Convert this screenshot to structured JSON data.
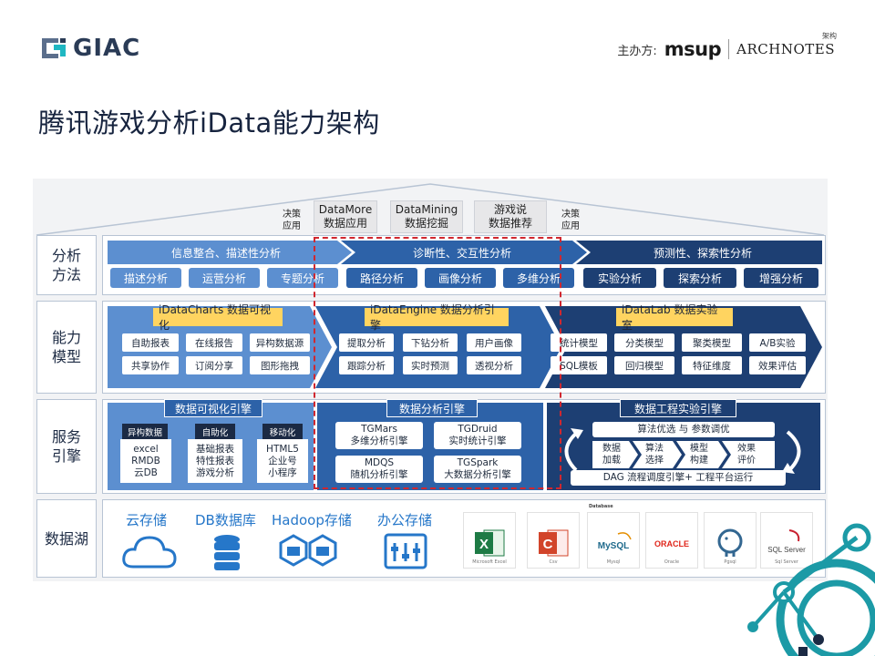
{
  "header": {
    "logo_text": "GIAC",
    "sponsor_prefix": "主办方:",
    "sponsor_logo": "msup",
    "archnotes_text": "ARCHNOTES",
    "archnotes_cn": "架构"
  },
  "title": "腾讯游戏分析iData能力架构",
  "roof": {
    "left_label": "决策\n应用",
    "right_label": "决策\n应用",
    "boxes": [
      {
        "l1": "DataMore",
        "l2": "数据应用"
      },
      {
        "l1": "DataMining",
        "l2": "数据挖掘"
      },
      {
        "l1": "游戏说",
        "l2": "数据推荐"
      }
    ]
  },
  "rows": {
    "analysis": "分析\n方法",
    "capability": "能力\n模型",
    "engine": "服务\n引擎",
    "lake": "数据湖"
  },
  "analysis": {
    "bands": [
      "信息整合、描述性分析",
      "诊断性、交互性分析",
      "预测性、探索性分析"
    ],
    "pills": [
      "描述分析",
      "运营分析",
      "专题分析",
      "路径分析",
      "画像分析",
      "多维分析",
      "实验分析",
      "探索分析",
      "增强分析"
    ]
  },
  "capability": {
    "charts": {
      "title": "iDataCharts 数据可视化",
      "items": [
        "自助报表",
        "在线报告",
        "异构数据源",
        "共享协作",
        "订阅分享",
        "图形拖拽"
      ]
    },
    "engine": {
      "title": "iDataEngine 数据分析引擎",
      "items": [
        "提取分析",
        "下钻分析",
        "用户画像",
        "跟踪分析",
        "实时预测",
        "透视分析"
      ]
    },
    "lab": {
      "title": "iDataLab 数据实验室",
      "items": [
        "统计模型",
        "分类模型",
        "聚类模型",
        "A/B实验",
        "SQL模板",
        "回归模型",
        "特征维度",
        "效果评估"
      ]
    }
  },
  "engine": {
    "viz": {
      "title": "数据可视化引擎",
      "cols": [
        {
          "tag": "异构数据",
          "text": "excel\nRMDB\n云DB"
        },
        {
          "tag": "自助化",
          "text": "基础报表\n特性报表\n游戏分析"
        },
        {
          "tag": "移动化",
          "text": "HTML5\n企业号\n小程序"
        }
      ]
    },
    "analysis": {
      "title": "数据分析引擎",
      "items": [
        {
          "l1": "TGMars",
          "l2": "多维分析引擎"
        },
        {
          "l1": "TGDruid",
          "l2": "实时统计引擎"
        },
        {
          "l1": "MDQS",
          "l2": "随机分析引擎"
        },
        {
          "l1": "TGSpark",
          "l2": "大数据分析引擎"
        }
      ]
    },
    "lab": {
      "title": "数据工程实验引擎",
      "top": "算法优选 与 参数调优",
      "steps": [
        "数据\n加载",
        "算法\n选择",
        "模型\n构建",
        "效果\n评价"
      ],
      "bottom": "DAG 流程调度引擎+ 工程平台运行"
    }
  },
  "lake": {
    "stores": [
      "云存储",
      "DB数据库",
      "Hadoop存储",
      "办公存储"
    ],
    "db_header": "Database",
    "dbs": [
      {
        "name": "Microsoft Excel",
        "logo": "X"
      },
      {
        "name": "Csv",
        "logo": "C"
      },
      {
        "name": "Mysql",
        "logo": "MySQL"
      },
      {
        "name": "Oracle",
        "logo": "ORACLE"
      },
      {
        "name": "Pgsql",
        "logo": "elephant"
      },
      {
        "name": "Sql Server",
        "logo": "SQL Server"
      }
    ]
  },
  "colors": {
    "navy": "#1d3f73",
    "mid_blue": "#2d62a8",
    "light_blue": "#5c8fd0",
    "yellow": "#ffd460",
    "red_dash": "#d0272f"
  }
}
